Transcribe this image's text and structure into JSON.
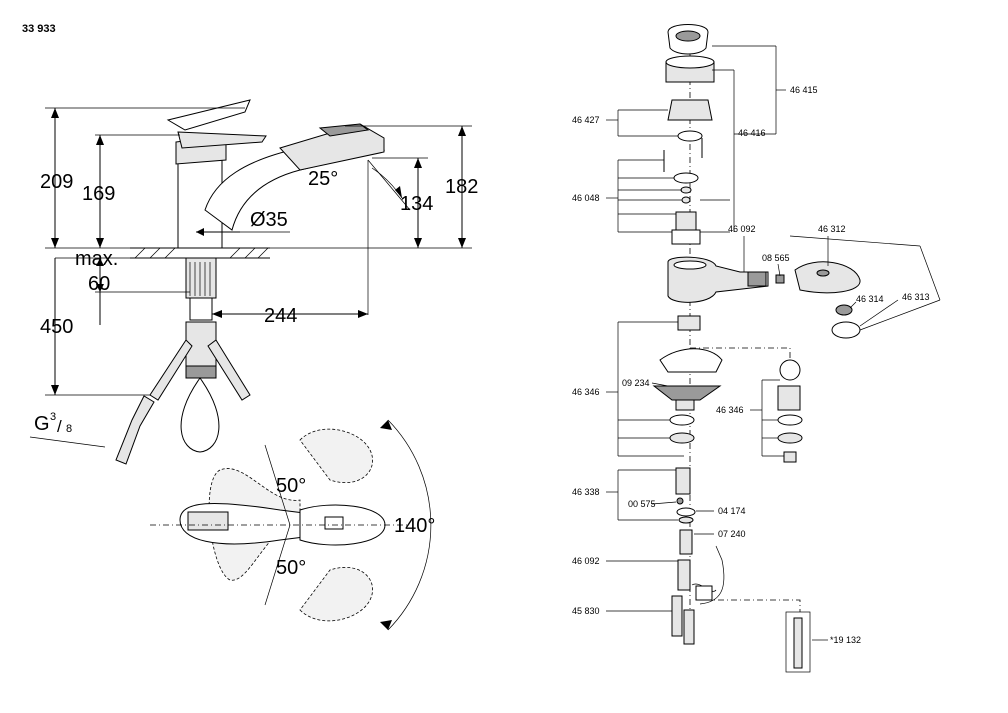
{
  "model_number": "33 933",
  "dimensions": {
    "total_height": "209",
    "spout_height": "169",
    "spray_angle": "25°",
    "spout_diameter": "Ø35",
    "aerator_height": "134",
    "head_height": "182",
    "max_label": "max.",
    "max_thickness": "60",
    "reach": "244",
    "hose_length": "450",
    "thread_g": "G",
    "thread_num": "3",
    "thread_den": "8"
  },
  "angles": {
    "upper": "50°",
    "lower": "50°",
    "total": "140°"
  },
  "parts": {
    "p46415": "46 415",
    "p46427": "46 427",
    "p46416": "46 416",
    "p46048": "46 048",
    "p46092_top": "46 092",
    "p46312": "46 312",
    "p08565": "08 565",
    "p46314": "46 314",
    "p46313": "46 313",
    "p46346_left": "46 346",
    "p09234": "09 234",
    "p46346_right": "46 346",
    "p46338": "46 338",
    "p00575": "00 575",
    "p04174": "04 174",
    "p07240": "07 240",
    "p46092_bottom": "46 092",
    "p45830": "45 830",
    "p19132": "*19 132"
  }
}
